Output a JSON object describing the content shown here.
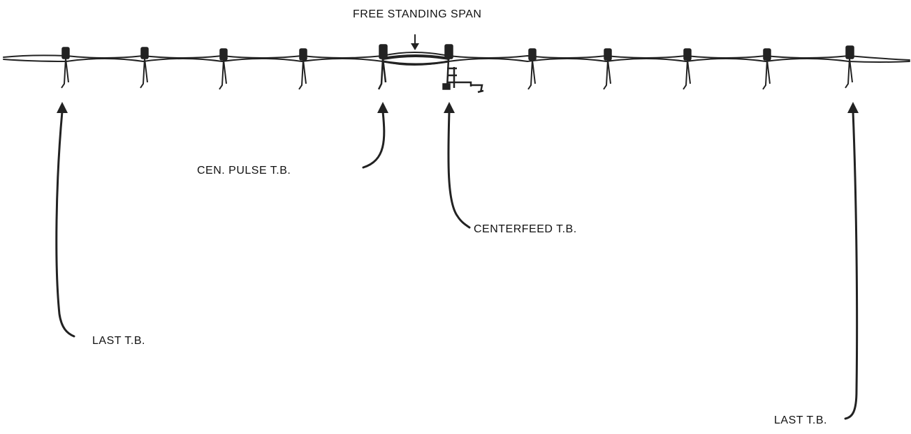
{
  "labels": {
    "free_span": "FREE STANDING SPAN",
    "cen_pulse": "CEN. PULSE T.B.",
    "centerfeed": "CENTERFEED T.B.",
    "last_left": "LAST T.B.",
    "last_right": "LAST T.B."
  },
  "colors": {
    "ink": "#222222"
  }
}
